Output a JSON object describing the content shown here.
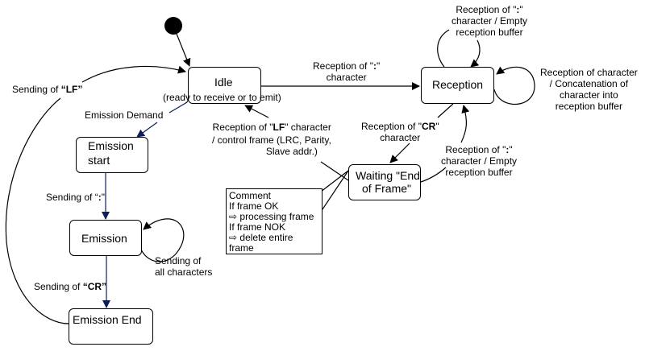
{
  "states": {
    "idle": {
      "title": "Idle",
      "subtitle": "(ready to receive or to emit)"
    },
    "emission_start": {
      "title_line1": "Emission",
      "title_line2": "start"
    },
    "emission": {
      "title": "Emission"
    },
    "emission_end": {
      "title": "Emission End"
    },
    "reception": {
      "title": "Reception"
    },
    "waiting": {
      "title_line1": "Waiting \"End",
      "title_line2": "of Frame\""
    }
  },
  "transitions": {
    "sending_lf": {
      "prefix": "Sending of  ",
      "bold": "“LF”"
    },
    "emission_demand": {
      "text": "Emission Demand"
    },
    "sending_colon": {
      "prefix": "Sending of “",
      "bold": ":",
      "suffix": "\""
    },
    "sending_all": {
      "line1": "Sending of",
      "line2": "all characters"
    },
    "sending_cr": {
      "prefix": "Sending of  ",
      "bold": "“CR”"
    },
    "reception_colon": {
      "prefix": "Reception of \"",
      "bold": ":",
      "suffix": "\"",
      "line2": "character"
    },
    "reception_lf": {
      "prefix": "Reception of \"",
      "bold": "LF",
      "suffix": "\" character",
      "line2": "/ control frame (LRC, Parity,",
      "line3": "Slave addr.)"
    },
    "reception_cr": {
      "prefix": "Reception of \"",
      "bold": "CR",
      "suffix": "\"",
      "line2": "character"
    },
    "self_colon_top": {
      "prefix": "Reception of \"",
      "bold": ":",
      "suffix": "\"",
      "line2": "character  /  Empty",
      "line3": "reception buffer"
    },
    "self_char": {
      "line1": "Reception of character",
      "line2": "/ Concatenation of",
      "line3": "character into",
      "line4": "reception buffer"
    },
    "waiting_colon": {
      "prefix": "Reception of \"",
      "bold": ":",
      "suffix": "\"",
      "line2": "character  /  Empty",
      "line3": "reception buffer"
    }
  },
  "comment": {
    "lines": [
      "Comment",
      "If frame OK",
      "⇨ processing frame",
      "If frame NOK",
      "⇨ delete entire frame"
    ]
  },
  "colors": {
    "navy": "#0b1f5c",
    "black": "#000000"
  }
}
